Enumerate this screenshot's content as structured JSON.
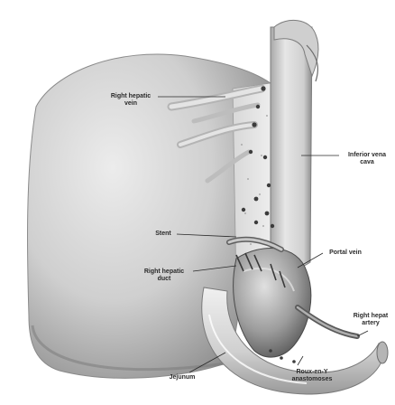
{
  "figure": {
    "colors": {
      "background": "#ffffff",
      "liver_light": "#e2e2e2",
      "liver_mid": "#c4c4c4",
      "liver_dark": "#8f8f8f",
      "vessel_light": "#d6d6d6",
      "vessel_dark": "#7a7a7a",
      "suture": "#3c3c3c",
      "leader": "#2a2a2a",
      "text": "#2a2a2a"
    },
    "labels": {
      "right_hepatic_vein": {
        "line1": "Right hepatic",
        "line2": "vein"
      },
      "inferior_vena_cava": {
        "line1": "Inferior vena",
        "line2": "cava"
      },
      "stent": {
        "line1": "Stent"
      },
      "portal_vein": {
        "line1": "Portal vein"
      },
      "right_hepatic_duct": {
        "line1": "Right hepatic",
        "line2": "duct"
      },
      "right_hepatic_artery": {
        "line1": "Right hepat",
        "line2": "artery"
      },
      "jejunum": {
        "line1": "Jejunum"
      },
      "roux_en_y": {
        "line1": "Roux-en-Y",
        "line2": "anastomoses"
      }
    }
  }
}
